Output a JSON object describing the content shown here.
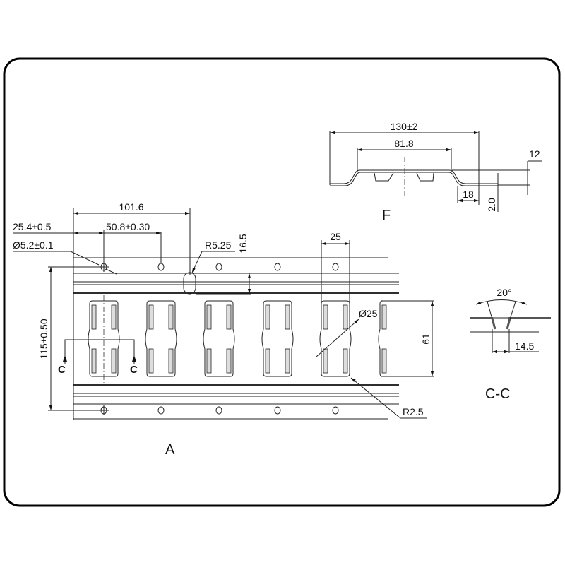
{
  "view_a": {
    "label": "A",
    "dims": {
      "pitch_long": "101.6",
      "edge_offset": "25.4±0.5",
      "hole_pitch": "50.8±0.30",
      "hole_dia": "Ø5.2±0.1",
      "oval_radius": "R5.25",
      "oval_height": "16.5",
      "total_height": "115±0.50",
      "slot_width": "25",
      "slot_dia": "Ø25",
      "slot_height": "61",
      "corner_radius": "R2.5"
    },
    "section_marks": [
      "C",
      "C"
    ]
  },
  "view_f": {
    "label": "F",
    "dims": {
      "overall_width": "130±2",
      "top_width": "81.8",
      "depth": "12",
      "flange": "18",
      "thickness": "2.0"
    }
  },
  "view_cc": {
    "label": "C-C",
    "dims": {
      "angle": "20°",
      "width": "14.5"
    }
  }
}
